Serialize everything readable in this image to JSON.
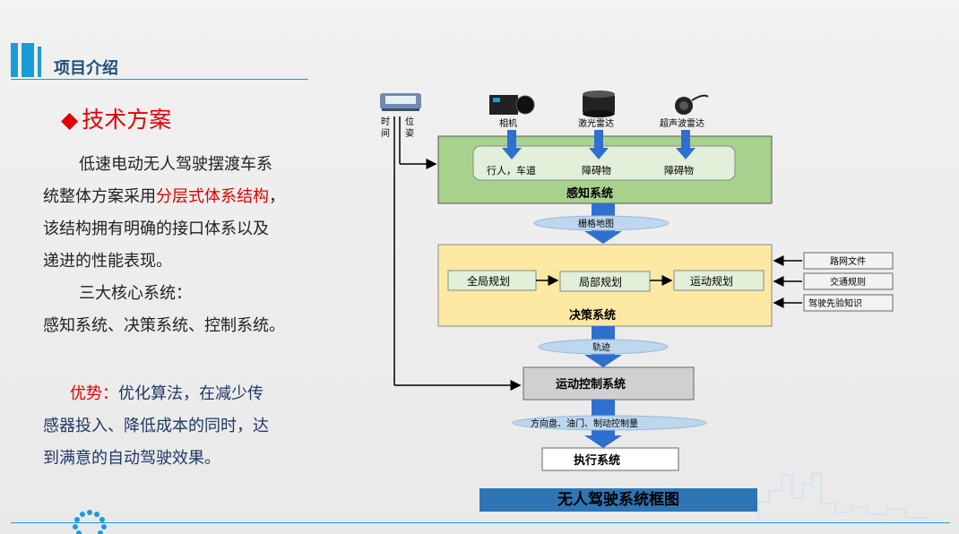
{
  "header": {
    "title": "项目介绍"
  },
  "section": {
    "diamond": "◆",
    "title": "技术方案"
  },
  "paragraphs": {
    "p1_l1": "低速电动无人驾驶摆渡车系",
    "p1_l2a": "统整体方案采用",
    "p1_l2b": "分层式体系结构",
    "p1_l2c": "，",
    "p1_l3": "该结构拥有明确的接口体系以及",
    "p1_l4": "递进的性能表现。",
    "p2_l1": "三大核心系统：",
    "p2_l2": "感知系统、决策系统、控制系统。",
    "p3_l1a": "优势",
    "p3_l1b": "：",
    "p3_l1c": "优化算法，在减少传",
    "p3_l2": "感器投入、降低成本的同时，达",
    "p3_l3": "到满意的自动驾驶效果。"
  },
  "diagram": {
    "gps_left": "时间",
    "gps_right": "位姿",
    "sensors": [
      "相机",
      "激光雷达",
      "超声波雷达"
    ],
    "perception": {
      "title": "感知系统",
      "outputs": [
        "行人，车道",
        "障碍物",
        "障碍物"
      ]
    },
    "grid_map": "栅格地图",
    "decision": {
      "title": "决策系统",
      "planners": [
        "全局规划",
        "局部规划",
        "运动规划"
      ]
    },
    "inputs": [
      "路网文件",
      "交通规则",
      "驾驶先验知识"
    ],
    "trajectory": "轨迹",
    "control": "运动控制系统",
    "control_output": "方向盘、油门、制动控制量",
    "execution": "执行系统",
    "colors": {
      "perception_fill": "#a9d18e",
      "decision_fill": "#fde9a3",
      "arrow": "#2f6fd0",
      "ellipse": "#bdd7ee"
    }
  },
  "caption": "无人驾驶系统框图"
}
